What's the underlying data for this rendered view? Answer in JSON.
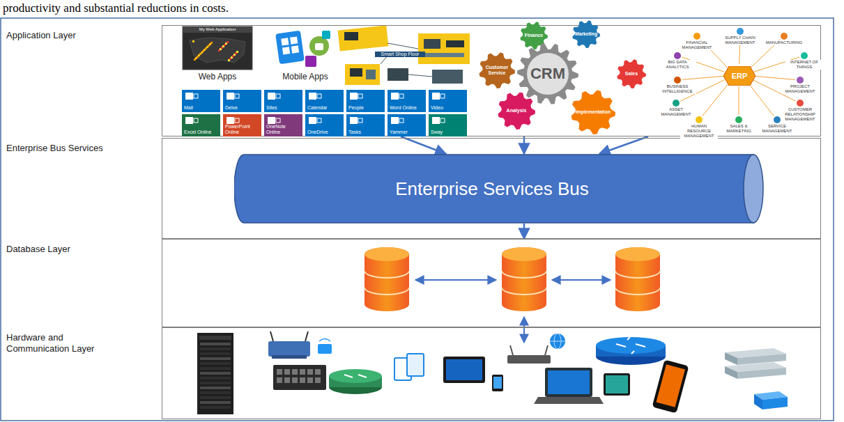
{
  "diagram": {
    "nodes": [
      {
        "text": [
          "Application Layer"
        ]
      },
      {
        "text": [
          "Mail"
        ],
        "in": 0
      },
      {
        "text": [
          "Delve"
        ],
        "in": 0
      },
      {
        "text": [
          "Sites"
        ],
        "in": 0
      },
      {
        "text": [
          "Calendar"
        ],
        "in": 0
      },
      {
        "text": [
          "People"
        ],
        "in": 0
      },
      {
        "text": [
          "Word Online"
        ],
        "in": 0
      },
      {
        "text": [
          "Video"
        ],
        "in": 0
      },
      {
        "text": [
          "Excel Online"
        ],
        "in": 0
      },
      {
        "text": [
          "PowerPoint Online"
        ],
        "in": 0
      },
      {
        "text": [
          "OneNote Online"
        ],
        "in": 0
      },
      {
        "text": [
          "OneDrive"
        ],
        "in": 0
      },
      {
        "text": [
          "Tasks"
        ],
        "in": 0
      },
      {
        "text": [
          "Yammer"
        ],
        "in": 0
      },
      {
        "text": [
          "Sway"
        ],
        "in": 0
      },
      {
        "text": [
          "Finance"
        ],
        "in": 0
      },
      {
        "text": [
          "Marketing"
        ],
        "in": 0
      },
      {
        "text": [
          "Customer Service"
        ],
        "in": 0
      },
      {
        "text": [
          "CRM"
        ],
        "in": 0
      },
      {
        "text": [
          "Sales"
        ],
        "in": 0
      },
      {
        "text": [
          "Analysis"
        ],
        "in": 0
      },
      {
        "text": [
          "Implementation"
        ],
        "in": 0
      },
      {
        "text": [
          "ERP"
        ],
        "in": 0
      },
      {
        "text": [
          "Enterprise Bus Services"
        ]
      },
      {
        "text": [
          "Enterprise Services Bus"
        ],
        "in": 23
      },
      {
        "text": [
          "Database Layer"
        ]
      },
      {
        "text": [
          "Hardware and Communication Layer"
        ]
      }
    ],
    "edges": [
      {
        "from": 0,
        "to": 24,
        "arrow": "to"
      },
      {
        "from": 0,
        "to": 24,
        "arrow": "to"
      },
      {
        "from": 0,
        "to": 24,
        "arrow": "to"
      },
      {
        "from": 24,
        "to": 25,
        "arrow": "to"
      }
    ],
    "labels": [
      "productivity and substantial reductions in costs.",
      "My Web Application",
      "Web Apps",
      "Mobile Apps",
      "Smart Shop Floor",
      "FINANCIAL MANAGEMENT",
      "SUPPLY CHAIN MANAGEMENT",
      "MANUFACTURING",
      "INTERNET OF THINGS",
      "PROJECT MANAGEMENT",
      "CUSTOMER RELATIONSHIP MANAGEMENT",
      "SERVICE MANAGEMENT",
      "SALES & MARKETING",
      "HUMAN RESOURCE MANAGEMENT",
      "ASSET MANAGEMENT",
      "BUSINESS INTELLIGENCE",
      "BIG DATA ANALYTICS"
    ]
  }
}
